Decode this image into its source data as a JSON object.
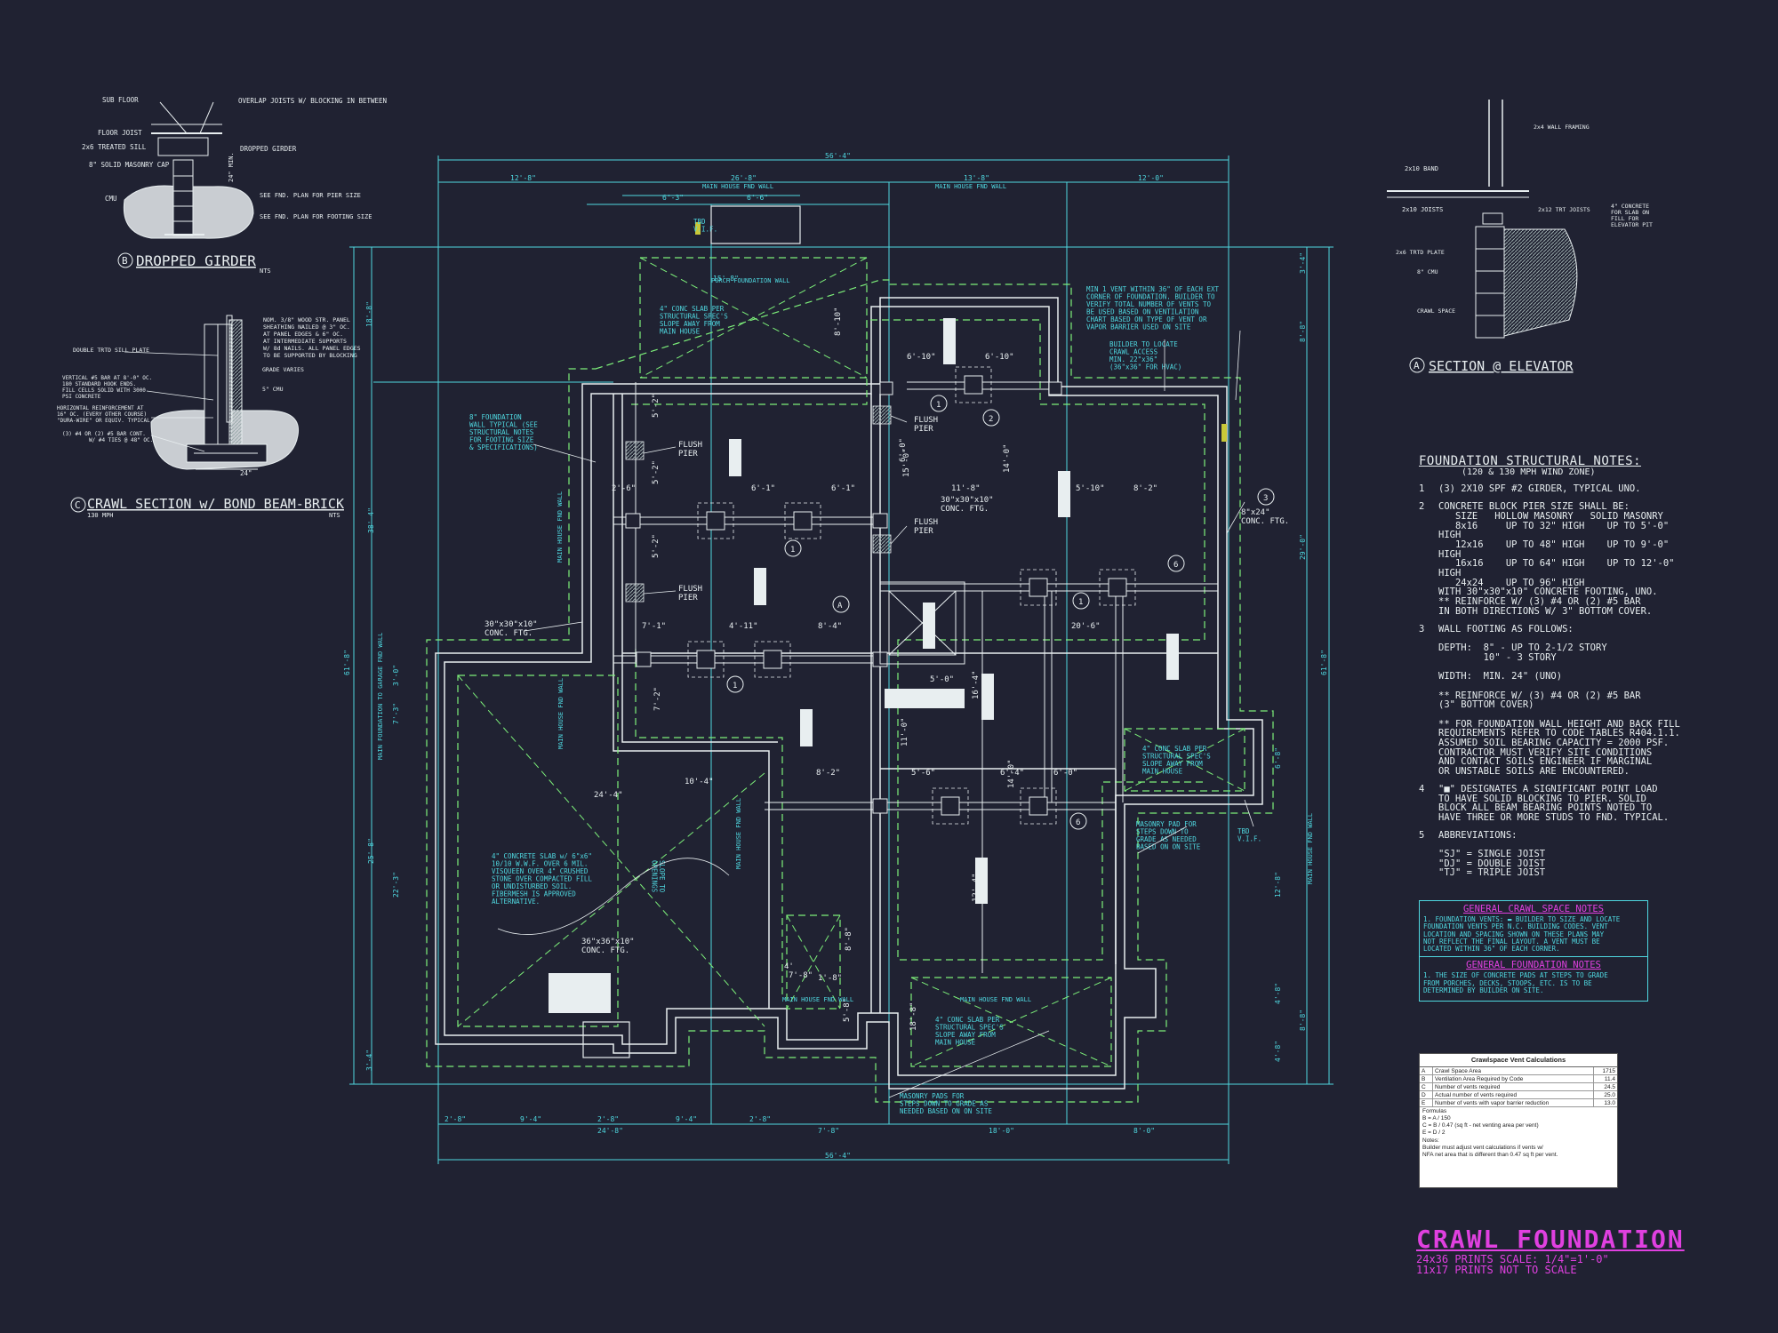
{
  "colors": {
    "background": "#202232",
    "wall": "#e8eef0",
    "dimension": "#4fd8e0",
    "hidden": "#7df07a",
    "title": "#e040e0"
  },
  "details": {
    "dropped_girder": {
      "title": "DROPPED GIRDER",
      "tag": "B",
      "scale": "NTS",
      "labels": [
        "SUB FLOOR",
        "OVERLAP JOISTS W/ BLOCKING IN BETWEEN",
        "FLOOR JOIST",
        "2x6 TREATED SILL",
        "DROPPED GIRDER",
        "8\" SOLID MASONRY CAP",
        "CMU",
        "SEE FND. PLAN FOR PIER SIZE",
        "SEE FND. PLAN FOR FOOTING SIZE",
        "24\" MIN."
      ]
    },
    "crawl_section": {
      "title": "CRAWL SECTION w/ BOND BEAM-BRICK",
      "tag": "C",
      "subtitle": "130 MPH",
      "scale": "NTS",
      "labels": [
        "NOM. 3/8\" WOOD STR. PANEL SHEATHING NAILED @ 3\" OC. AT PANEL EDGES & 6\" OC. AT INTERMEDIATE SUPPORTS W/ 8d NAILS. ALL PANEL EDGES TO BE SUPPORTED BY BLOCKING",
        "DOUBLE TRTD SILL PLATE",
        "VERTICAL #5 BAR AT 8'-0\" OC. 180 STANDARD HOOK ENDS. FILL CELLS SOLID WITH 3000 PSI CONCRETE",
        "HORIZONTAL REINFORCEMENT AT 16\" OC. (EVERY OTHER COURSE) \"DURA-WIRE\" OR EQUIV. TYPICAL",
        "(3) #4 OR (2) #5 BAR CONT. W/ #4 TIES @ 48\" OC.",
        "GRADE VARIES",
        "5\" CMU",
        "24\""
      ]
    },
    "elevator_section": {
      "title": "SECTION @ ELEVATOR",
      "tag": "A",
      "labels": [
        "2x4 WALL FRAMING",
        "2x10 BAND",
        "2x10 JOISTS",
        "2x12 TRT JOISTS",
        "4\" CONCRETE FOR SLAB ON FILL FOR ELEVATOR PIT",
        "2x6 TRTD PLATE",
        "8\" CMU",
        "CRAWL SPACE"
      ]
    }
  },
  "plan": {
    "overall_top": "56'-4\"",
    "overall_bottom": "56'-4\"",
    "overall_left": "61'-8\"",
    "overall_right": "61'-8\"",
    "dims_top": [
      "12'-8\"",
      "26'-8\"",
      "13'-8\"",
      "12'-0\"",
      "6'-3\"",
      "6'-6\""
    ],
    "dims_bottom": [
      "2'-8\"",
      "9'-4\"",
      "2'-8\"",
      "9'-4\"",
      "2'-8\"",
      "24'-8\"",
      "7'-8\"",
      "18'-0\"",
      "8'-0\""
    ],
    "dims_left": [
      "18'-8\"",
      "38'-4\"",
      "3'-0\"",
      "7'-3\"",
      "25'-8\"",
      "22'-3\"",
      "3'-4\""
    ],
    "dims_right": [
      "3'-4\"",
      "8'-8\"",
      "29'-0\"",
      "6'-8\"",
      "12'-8\"",
      "4'-8\"",
      "8'-8\"",
      "4'-8\""
    ],
    "interior_dims": [
      "6'-10\"",
      "6'-10\"",
      "8'-10\"",
      "5'-2\"",
      "5'-2\"",
      "5'-2\"",
      "2'-6\"",
      "6'-1\"",
      "6'-1\"",
      "6'-0\"",
      "11'-8\"",
      "14'-0\"",
      "5'-10\"",
      "8'-2\"",
      "15'-0\"",
      "7'-1\"",
      "4'-11\"",
      "8'-4\"",
      "20'-6\"",
      "5'-0\"",
      "7'-2\"",
      "16'-4\"",
      "11'-0\"",
      "14'-0\"",
      "10'-4\"",
      "24'-4\"",
      "8'-2\"",
      "5'-6\"",
      "6'-4\"",
      "6'-0\"",
      "12'-4\"",
      "7'-8\"",
      "8'-8\"",
      "18'-8\"",
      "1'-8\"",
      "4'",
      "5'-8\""
    ],
    "wall_labels": [
      "MAIN HOUSE FND WALL",
      "MAIN HOUSE FND WALL",
      "PORCH FOUNDATION WALL",
      "MAIN FOUNDATION TO GARAGE FND WALL",
      "MAIN HOUSE FND WALL",
      "MAIN HOUSE FND WALL",
      "MAIN HOUSE FND WALL",
      "MAIN HOUSE FND WALL",
      "MAIN HOUSE FND WALL",
      "MAIN HOUSE FND WALL",
      "MAIN HOUSE FND WALL"
    ],
    "porch_width": "15'-8\"",
    "notes": {
      "porch_slab": "4\" CONC SLAB PER\nSTRUCTURAL SPEC'S\nSLOPE AWAY FROM\nMAIN HOUSE",
      "fnd_wall": "8\" FOUNDATION\nWALL TYPICAL (SEE\nSTRUCTURAL NOTES\nFOR FOOTING SIZE\n& SPECIFICATIONS)",
      "vent": "MIN 1 VENT WITHIN 36\" OF EACH EXT\nCORNER OF FOUNDATION. BUILDER TO\nVERIFY TOTAL NUMBER OF VENTS TO\nBE USED BASED ON VENTILATION\nCHART BASED ON TYPE OF VENT OR\nVAPOR BARRIER USED ON SITE",
      "crawl_access": "BUILDER TO LOCATE\nCRAWL ACCESS\nMIN. 22\"x36\"\n(36\"x36\" FOR HVAC)",
      "garage_slab": "4\" CONCRETE SLAB w/ 6\"x6\"\n10/10 W.W.F. OVER 6 MIL.\nVISQUEEN OVER 4\" CRUSHED\nSTONE OVER COMPACTED FILL\nOR UNDISTURBED SOIL.\nFIBERMESH IS APPROVED\nALTERNATIVE.",
      "right_slab": "4\" CONC SLAB PER\nSTRUCTURAL SPEC'S\nSLOPE AWAY FROM\nMAIN HOUSE",
      "bottom_slab": "4\" CONC SLAB PER\nSTRUCTURAL SPEC'S\nSLOPE AWAY FROM\nMAIN HOUSE",
      "masonry_pad_right": "MASONRY PAD FOR\nSTEPS DOWN TO\nGRADE AS NEEDED\nBASED ON ON SITE",
      "masonry_pad_bottom": "MASONRY PADS FOR\nSTEPS DOWN TO GRADE AS\nNEEDED BASED ON ON SITE",
      "ftg_30": "30\"x30\"x10\"\nCONC. FTG.",
      "ftg_30b": "30\"x30\"x10\"\nCONC. FTG.",
      "ftg_36": "36\"x36\"x10\"\nCONC. FTG.",
      "ftg_824": "8\"x24\"\nCONC. FTG.",
      "slope": "SLOPE TO\nOPENINGS",
      "tbd_vif": "TBD\nV.I.F.",
      "tbd_vif2": "TBD\nV.I.F."
    },
    "flush_pier": "FLUSH\nPIER",
    "tags": [
      "1",
      "2",
      "3",
      "6",
      "A"
    ]
  },
  "notes": {
    "title": "FOUNDATION STRUCTURAL NOTES:",
    "subtitle": "(120 & 130 MPH WIND ZONE)",
    "items": [
      {
        "n": "1",
        "text": "(3) 2X10 SPF #2 GIRDER, TYPICAL UNO."
      },
      {
        "n": "2",
        "text": "CONCRETE BLOCK PIER SIZE SHALL BE:\n   SIZE   HOLLOW MASONRY   SOLID MASONRY\n   8x16     UP TO 32\" HIGH    UP TO 5'-0\" HIGH\n   12x16    UP TO 48\" HIGH    UP TO 9'-0\" HIGH\n   16x16    UP TO 64\" HIGH    UP TO 12'-0\" HIGH\n   24x24    UP TO 96\" HIGH\nWITH 30\"x30\"x10\" CONCRETE FOOTING, UNO.\n** REINFORCE W/ (3) #4 OR (2) #5 BAR\nIN BOTH DIRECTIONS W/ 3\" BOTTOM COVER."
      },
      {
        "n": "3",
        "text": "WALL FOOTING AS FOLLOWS:\n\nDEPTH:  8\" - UP TO 2-1/2 STORY\n        10\" - 3 STORY\n\nWIDTH:  MIN. 24\" (UNO)\n\n** REINFORCE W/ (3) #4 OR (2) #5 BAR\n(3\" BOTTOM COVER)\n\n** FOR FOUNDATION WALL HEIGHT AND BACK FILL\nREQUIREMENTS REFER TO CODE TABLES R404.1.1.\nASSUMED SOIL BEARING CAPACITY = 2000 PSF.\nCONTRACTOR MUST VERIFY SITE CONDITIONS\nAND CONTACT SOILS ENGINEER IF MARGINAL\nOR UNSTABLE SOILS ARE ENCOUNTERED."
      },
      {
        "n": "4",
        "text": "\"■\" DESIGNATES A SIGNIFICANT POINT LOAD\nTO HAVE SOLID BLOCKING TO PIER. SOLID\nBLOCK ALL BEAM BEARING POINTS NOTED TO\nHAVE THREE OR MORE STUDS TO FND. TYPICAL."
      },
      {
        "n": "5",
        "text": "ABBREVIATIONS:\n\n\"SJ\" = SINGLE JOIST\n\"DJ\" = DOUBLE JOIST\n\"TJ\" = TRIPLE JOIST"
      }
    ]
  },
  "general": {
    "crawl_title": "GENERAL CRAWL SPACE NOTES",
    "crawl_text": "1. FOUNDATION VENTS: ▬ BUILDER TO SIZE AND LOCATE\nFOUNDATION VENTS PER N.C. BUILDING CODES. VENT\nLOCATION AND SPACING SHOWN ON THESE PLANS MAY\nNOT REFLECT THE FINAL LAYOUT. A VENT MUST BE\nLOCATED WITHIN 36\" OF EACH CORNER.",
    "fnd_title": "GENERAL FOUNDATION NOTES",
    "fnd_text": "1. THE SIZE OF CONCRETE PADS AT STEPS TO GRADE\nFROM PORCHES, DECKS, STOOPS, ETC. IS TO BE\nDETERMINED BY BUILDER ON SITE."
  },
  "vent_calc": {
    "title": "Crawlspace Vent Calculations",
    "rows": [
      {
        "k": "A",
        "label": "Crawl Space Area",
        "v": "1715"
      },
      {
        "k": "B",
        "label": "Ventilation Area Required by Code",
        "v": "11.4"
      },
      {
        "k": "C",
        "label": "Number of vents required",
        "v": "24.5"
      },
      {
        "k": "D",
        "label": "Actual number of vents required",
        "v": "25.0"
      },
      {
        "k": "E",
        "label": "Number of vents with vapor barrier reduction",
        "v": "13.0"
      }
    ],
    "formulas": "Formulas\nB = A / 150\nC = B / 0.47 (sq ft - net venting area per vent)\nE = D / 2\nNotes:\nBuilder must adjust vent calculations if vents w/\nNFA net area that is different than 0.47 sq ft per vent."
  },
  "title_block": {
    "title": "CRAWL FOUNDATION",
    "line1": "24x36 PRINTS SCALE: 1/4\"=1'-0\"",
    "line2": "11x17 PRINTS NOT TO SCALE"
  }
}
